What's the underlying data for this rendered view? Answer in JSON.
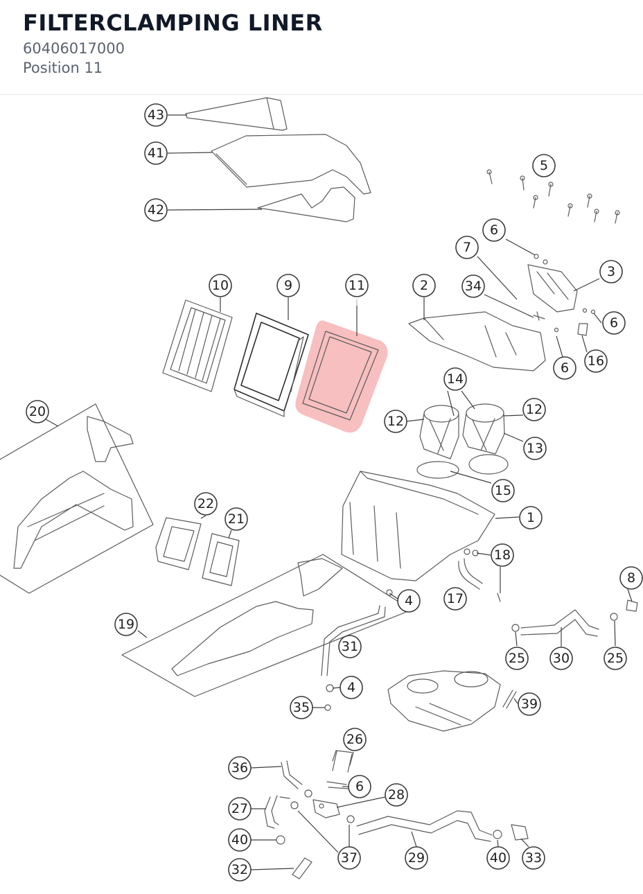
{
  "header": {
    "title": "FILTERCLAMPING LINER",
    "part_number": "60406017000",
    "position_label": "Position 11"
  },
  "diagram": {
    "highlighted_position": "11",
    "highlight_color": "#f08080",
    "callouts": {
      "c43": "43",
      "c41": "41",
      "c42": "42",
      "c5": "5",
      "c6a": "6",
      "c7": "7",
      "c3": "3",
      "c10": "10",
      "c9": "9",
      "c11": "11",
      "c2": "2",
      "c34": "34",
      "c6b": "6",
      "c16": "16",
      "c6c": "6",
      "c14": "14",
      "c12a": "12",
      "c12b": "12",
      "c13": "13",
      "c20": "20",
      "c15": "15",
      "c22": "22",
      "c21": "21",
      "c1": "1",
      "c18": "18",
      "c8": "8",
      "c4a": "4",
      "c17": "17",
      "c19": "19",
      "c31": "31",
      "c25a": "25",
      "c30": "30",
      "c25b": "25",
      "c4b": "4",
      "c35": "35",
      "c39": "39",
      "c26": "26",
      "c36": "36",
      "c6d": "6",
      "c28": "28",
      "c27": "27",
      "c40a": "40",
      "c37": "37",
      "c29": "29",
      "c40b": "40",
      "c33": "33",
      "c32": "32"
    }
  }
}
